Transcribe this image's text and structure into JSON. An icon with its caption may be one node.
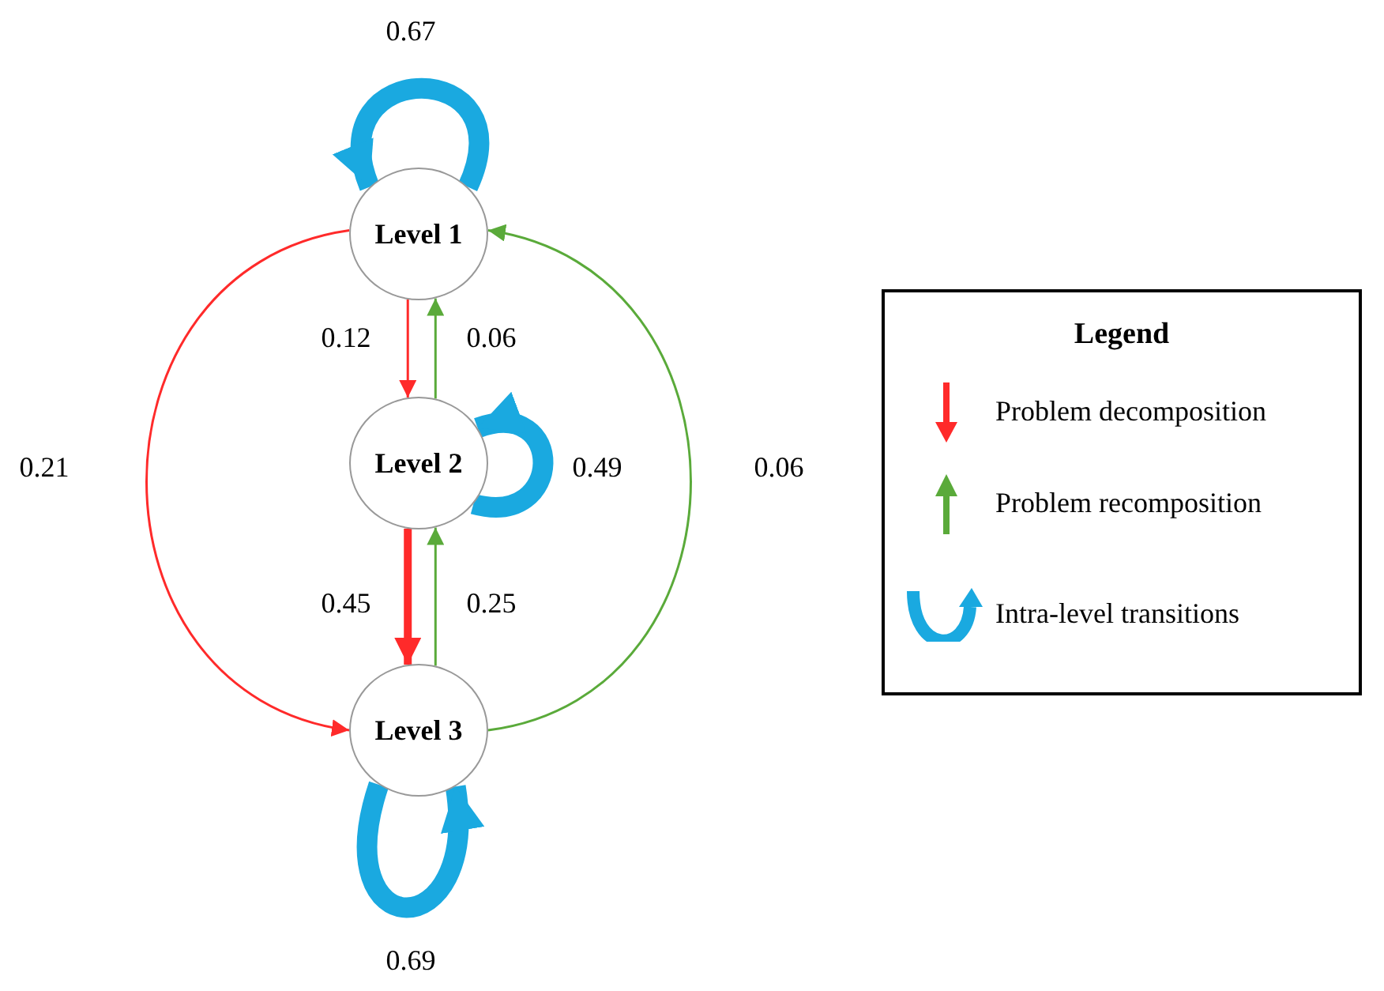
{
  "diagram": {
    "nodes": [
      {
        "text": [
          "Level 1"
        ]
      },
      {
        "text": [
          "Level 2"
        ]
      },
      {
        "text": [
          "Level 3"
        ]
      }
    ],
    "edges": [
      {
        "from": 0,
        "to": 0,
        "arrow": "to",
        "label": "0.67",
        "style": "thick",
        "color": "#1aa9e0"
      },
      {
        "from": 0,
        "to": 1,
        "arrow": "to",
        "label": "0.12",
        "color": "#ff2a2a"
      },
      {
        "from": 1,
        "to": 0,
        "arrow": "to",
        "label": "0.06",
        "color": "#5aaa3a"
      },
      {
        "from": 1,
        "to": 1,
        "arrow": "to",
        "label": "0.49",
        "style": "thick",
        "color": "#1aa9e0"
      },
      {
        "from": 1,
        "to": 2,
        "arrow": "to",
        "label": "0.45",
        "style": "thick",
        "color": "#ff2a2a"
      },
      {
        "from": 2,
        "to": 1,
        "arrow": "to",
        "label": "0.25",
        "color": "#5aaa3a"
      },
      {
        "from": 0,
        "to": 2,
        "arrow": "to",
        "label": "0.21",
        "color": "#ff2a2a"
      },
      {
        "from": 2,
        "to": 0,
        "arrow": "to",
        "label": "0.06",
        "color": "#5aaa3a"
      },
      {
        "from": 2,
        "to": 2,
        "arrow": "to",
        "label": "0.69",
        "style": "thick",
        "color": "#1aa9e0"
      }
    ],
    "labels": [
      "Legend"
    ],
    "legend": [
      {
        "text": "Problem decomposition"
      },
      {
        "text": "Problem recomposition"
      },
      {
        "text": "Intra-level transitions"
      }
    ]
  }
}
